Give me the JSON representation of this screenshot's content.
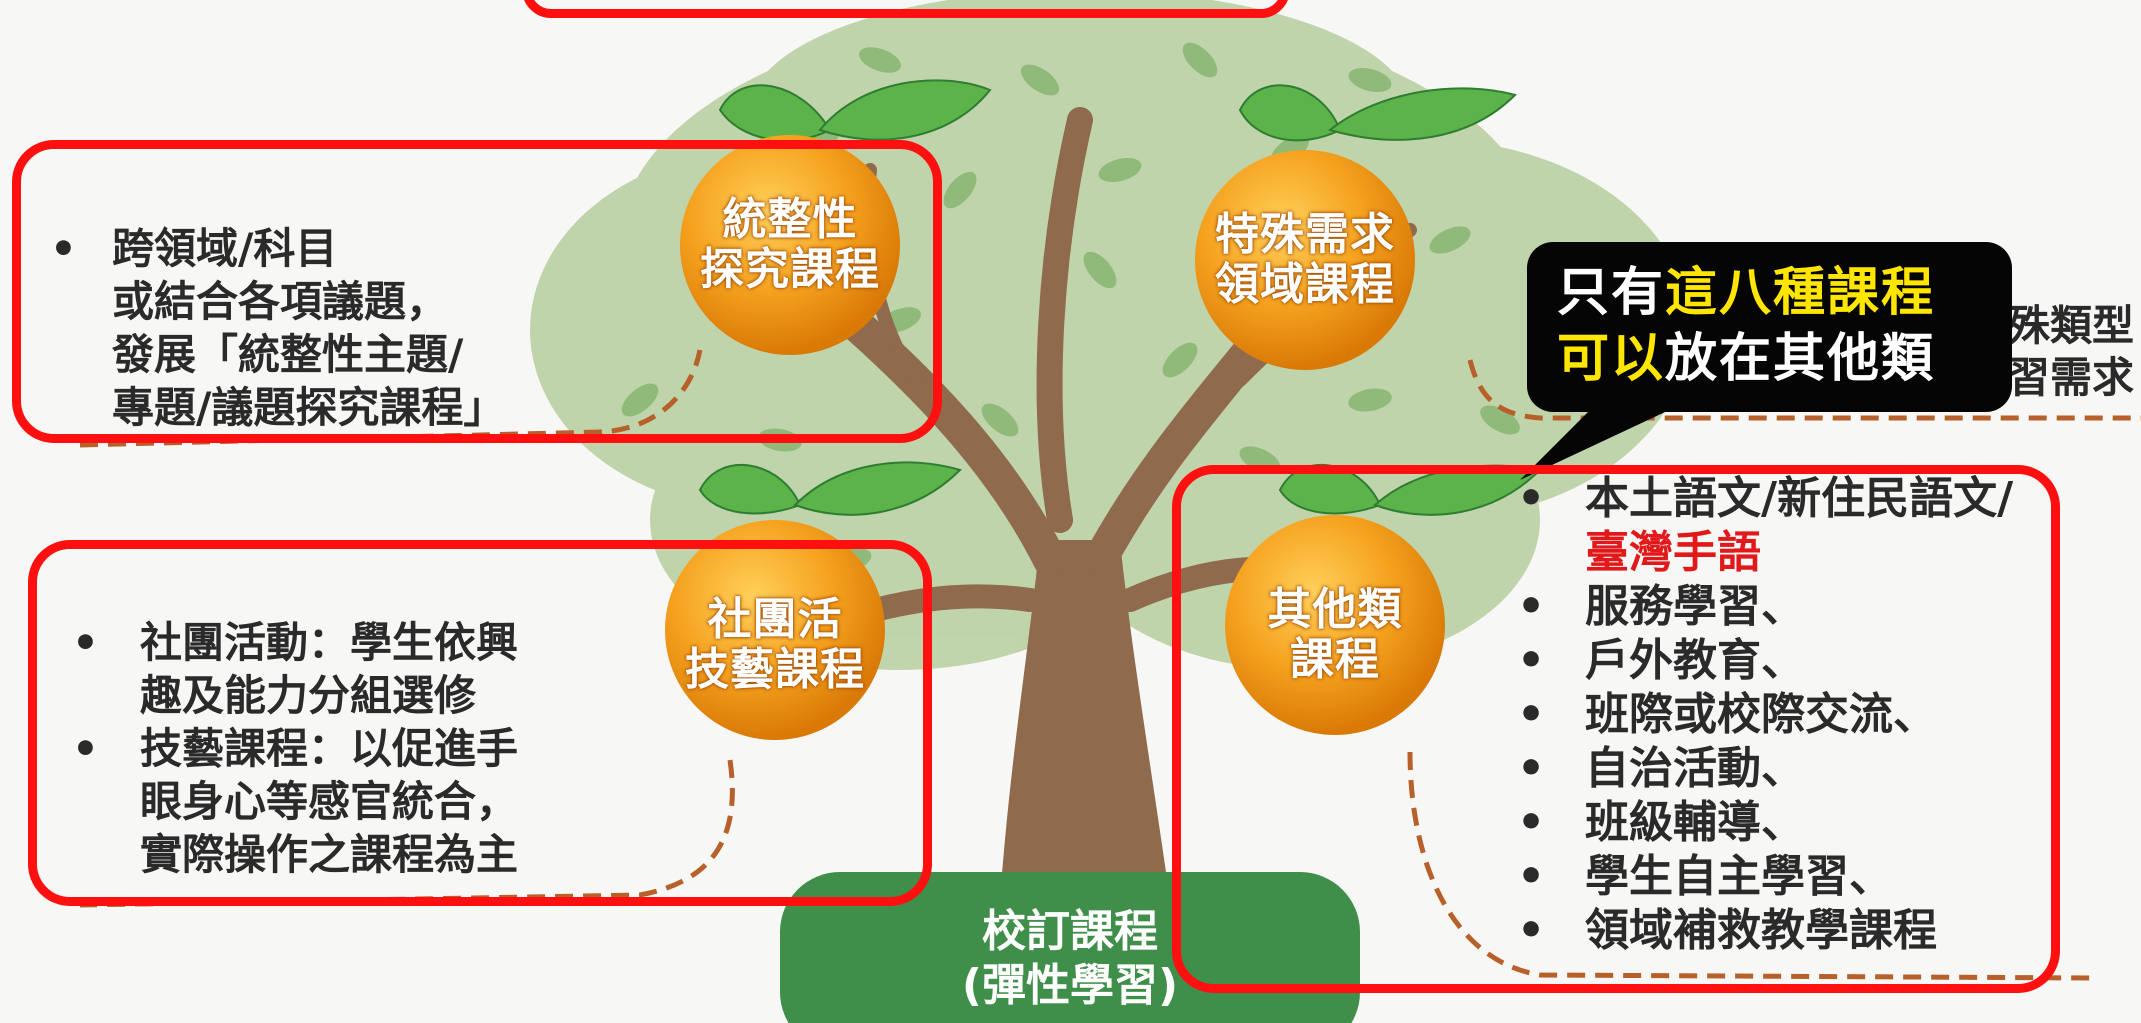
{
  "oranges": {
    "integrated": [
      "統整性",
      "探究課程"
    ],
    "special_needs": [
      "特殊需求",
      "領域課程"
    ],
    "clubs": [
      "社團活",
      "技藝課程"
    ],
    "other": [
      "其他類",
      "課程"
    ]
  },
  "trunk_label": [
    "校訂課程",
    "(彈性學習)"
  ],
  "left_top": {
    "items": [
      [
        "跨領域/科目",
        "或結合各項議題，",
        "發展「統整性主題/",
        "專題/議題探究課程」"
      ]
    ]
  },
  "left_bottom": {
    "items": [
      [
        "社團活動：學生依興",
        "趣及能力分組選修"
      ],
      [
        "技藝課程：以促進手",
        "眼身心等感官統合，",
        "實際操作之課程為主"
      ]
    ]
  },
  "right_box": {
    "first_item": "本土語文/新住民語文/",
    "first_item_red": "臺灣手語",
    "items": [
      "服務學習、",
      "戶外教育、",
      "班際或校際交流、",
      "自治活動、",
      "班級輔導、",
      "學生自主學習、",
      "領域補救教學課程"
    ]
  },
  "partial_text": [
    "殊類型",
    "習需求"
  ],
  "callout": {
    "line1_prefix": "只有",
    "line1_highlight": "這八種課程",
    "line2_highlight": "可以",
    "line2_suffix": "放在其他類"
  },
  "colors": {
    "frame_red": "#ff1010",
    "orange": "#f39a1e",
    "leaf_green": "#5cb34a",
    "trunk_brown": "#8f6a4c",
    "base_green": "#3f8f4a",
    "highlight_yellow": "#ffe600",
    "emphasis_red": "#e1191a"
  }
}
